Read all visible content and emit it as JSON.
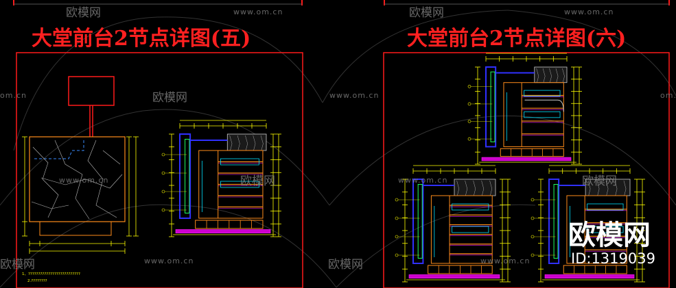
{
  "left_sheet": {
    "title": "大堂前台2节点详图(五)",
    "footer_notes": [
      "1、??????????????????????????",
      "2.????????"
    ]
  },
  "right_sheet": {
    "title": "大堂前台2节点详图(六)"
  },
  "watermarks": {
    "brand": "欧模网",
    "url": "www.om.cn",
    "url_short": "om.cn"
  },
  "id_label": "ID:1319039",
  "colors": {
    "background": "#000000",
    "frame": "#ff1a1a",
    "title": "#ff2020",
    "dimension": "#ffff00",
    "orange": "#ff8c1a",
    "blue": "#3030ff",
    "cyan": "#00e0ff",
    "magenta": "#ff20ff",
    "green": "#20ff60",
    "watermark": "#8a8a8a"
  }
}
